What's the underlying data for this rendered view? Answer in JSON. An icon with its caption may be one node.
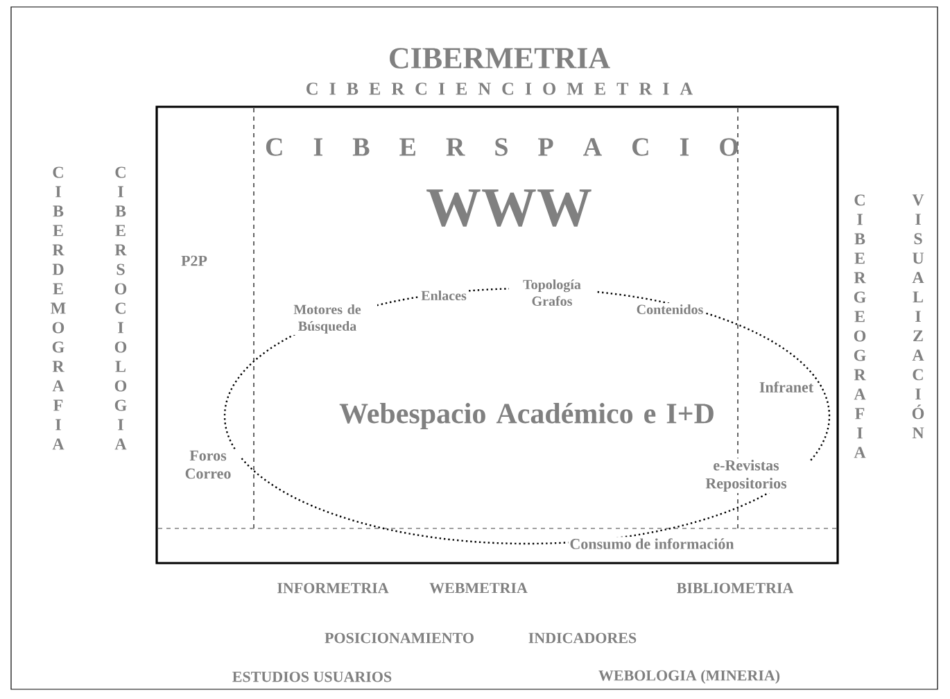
{
  "diagram": {
    "title": "CIBERMETRIA",
    "nodes": [
      {
        "text": [
          "C I B E R S P A C I O",
          "WWW"
        ]
      },
      {
        "text": [
          "Webespacio Académico e I+D"
        ],
        "in": 0
      }
    ],
    "edges": [],
    "labels": [
      "C I B E R C I E N C I O M E T R I A",
      "CIBERDEMOGRAFIA",
      "CIBERSOCIOLOGIA",
      "CIBERGEOGRAFIA",
      "VISUALIZACIÓN",
      "P2P",
      "Motores de Búsqueda",
      "Enlaces",
      "Topología Grafos",
      "Contenidos",
      "Infranet",
      "Foros Correo",
      "e-Revistas Repositorios",
      "Consumo de información",
      "INFORMETRIA",
      "WEBMETRIA",
      "BIBLIOMETRIA",
      "POSICIONAMIENTO",
      "INDICADORES",
      "ESTUDIOS USUARIOS",
      "WEBOLOGIA (MINERIA)"
    ]
  }
}
